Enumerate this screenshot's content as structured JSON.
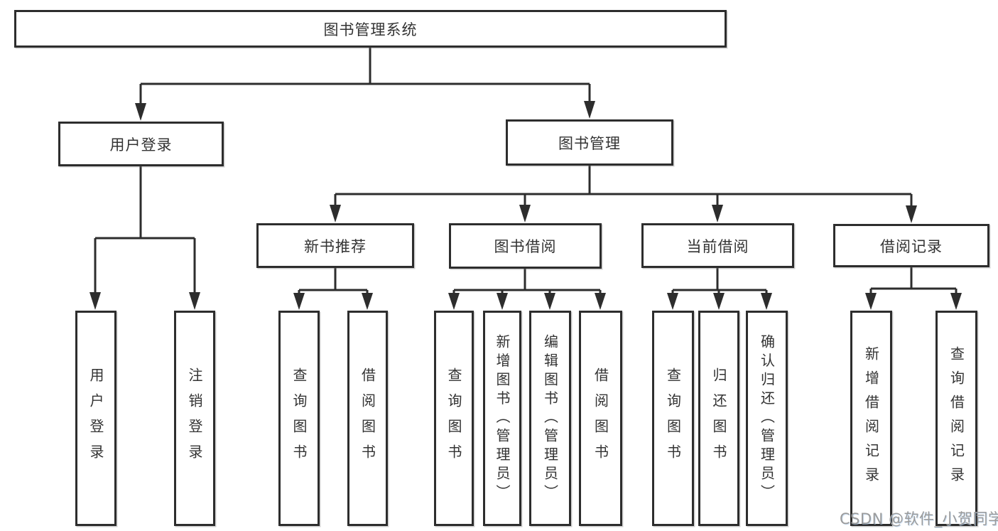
{
  "diagram": {
    "title_node": {
      "label": "图书管理系统"
    },
    "level2": {
      "user_login": {
        "label": "用户登录"
      },
      "book_mgmt": {
        "label": "图书管理"
      }
    },
    "level3": {
      "new_book_rec": {
        "label": "新书推荐"
      },
      "book_borrow": {
        "label": "图书借阅"
      },
      "current_borrow": {
        "label": "当前借阅"
      },
      "borrow_record": {
        "label": "借阅记录"
      }
    },
    "leaves": {
      "user_login": {
        "label": "用户登录"
      },
      "logout": {
        "label": "注销登录"
      },
      "query_book_rec": {
        "label": "查询图书"
      },
      "borrow_book_rec": {
        "label": "借阅图书"
      },
      "query_book_borrow": {
        "label": "查询图书"
      },
      "add_book_admin": {
        "label": "新增图书（管理员）"
      },
      "edit_book_admin": {
        "label": "编辑图书（管理员）"
      },
      "borrow_book_borrow": {
        "label": "借阅图书"
      },
      "query_book_current": {
        "label": "查询图书"
      },
      "return_book": {
        "label": "归还图书"
      },
      "confirm_return_admin": {
        "label": "确认归还（管理员）"
      },
      "add_borrow_record": {
        "label": "新增借阅记录"
      },
      "query_borrow_record": {
        "label": "查询借阅记录"
      }
    }
  },
  "watermark": {
    "text": "CSDN @软件_小贺同学"
  },
  "colors": {
    "line": "#2d2d2d",
    "text": "#333333",
    "background": "#ffffff",
    "watermark": "#9b9b9b"
  }
}
